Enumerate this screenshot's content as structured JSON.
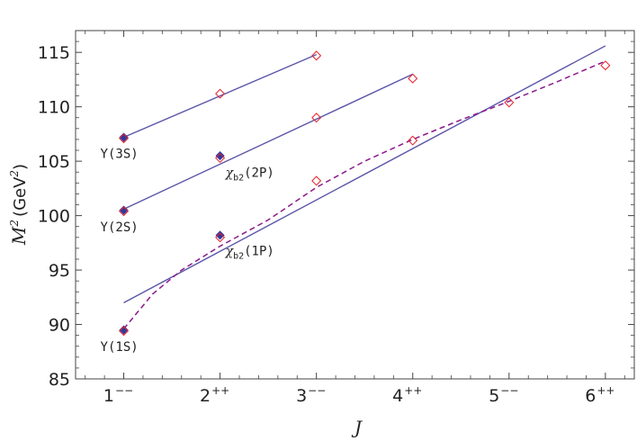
{
  "chart_data": {
    "type": "scatter",
    "title": "",
    "xlabel": "J",
    "ylabel": {
      "symbol": "M",
      "sup": "2",
      "unit": "(GeV",
      "unit_sup": "2",
      "unit_close": ")"
    },
    "xlim": [
      0.5,
      6.3
    ],
    "ylim": [
      85,
      117
    ],
    "grid": false,
    "yticks": [
      85,
      90,
      95,
      100,
      105,
      110,
      115
    ],
    "xticks": [
      {
        "x": 1,
        "base": "1",
        "sup": "−−"
      },
      {
        "x": 2,
        "base": "2",
        "sup": "++"
      },
      {
        "x": 3,
        "base": "3",
        "sup": "−−"
      },
      {
        "x": 4,
        "base": "4",
        "sup": "++"
      },
      {
        "x": 5,
        "base": "5",
        "sup": "−−"
      },
      {
        "x": 6,
        "base": "6",
        "sup": "++"
      }
    ],
    "colors": {
      "line": "#5a55a8",
      "dashed": "#8b1a8b",
      "hollow": "#e8202a",
      "filled": "#2e3a9c"
    },
    "series": [
      {
        "x": [
          1,
          2,
          3,
          4,
          5,
          6
        ],
        "y": [
          89.4,
          98.0,
          103.2,
          106.9,
          110.4,
          113.8
        ]
      },
      {
        "x": [
          1,
          2,
          3,
          4
        ],
        "y": [
          100.4,
          105.3,
          109.0,
          112.6
        ]
      },
      {
        "x": [
          1,
          2,
          3
        ],
        "y": [
          107.1,
          111.2,
          114.7
        ]
      }
    ],
    "filled_points": [
      {
        "x": 1,
        "y": 89.5
      },
      {
        "x": 2,
        "y": 98.2
      },
      {
        "x": 1,
        "y": 100.5
      },
      {
        "x": 2,
        "y": 105.5
      },
      {
        "x": 1,
        "y": 107.2
      }
    ],
    "fit_lines": [
      {
        "x": [
          1,
          6
        ],
        "y": [
          92.0,
          115.6
        ]
      },
      {
        "x": [
          1,
          4
        ],
        "y": [
          100.6,
          113.0
        ]
      },
      {
        "x": [
          1,
          3
        ],
        "y": [
          107.2,
          114.8
        ]
      }
    ],
    "dashed_curve": [
      [
        1.0,
        89.6
      ],
      [
        1.3,
        92.8
      ],
      [
        1.6,
        95.0
      ],
      [
        2.0,
        97.2
      ],
      [
        2.5,
        99.6
      ],
      [
        3.0,
        102.6
      ],
      [
        3.5,
        105.0
      ],
      [
        4.0,
        107.0
      ],
      [
        4.5,
        108.8
      ],
      [
        5.0,
        110.5
      ],
      [
        5.5,
        112.3
      ],
      [
        6.0,
        114.2
      ]
    ],
    "annotations": [
      {
        "text": "Υ(1S)",
        "x": 1,
        "y": 89.4
      },
      {
        "text": "Υ(2S)",
        "x": 1,
        "y": 100.4
      },
      {
        "text": "Υ(3S)",
        "x": 1,
        "y": 107.1
      },
      {
        "text": "χ",
        "sub": "b2",
        "tail": "(1P)",
        "x": 2,
        "y": 98.2
      },
      {
        "text": "χ",
        "sub": "b2",
        "tail": "(2P)",
        "x": 2,
        "y": 105.4
      }
    ]
  }
}
